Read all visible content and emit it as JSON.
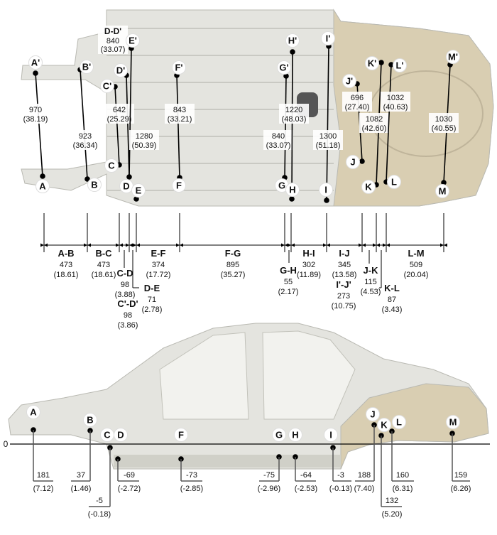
{
  "top_view": {
    "point_labels": {
      "A": "A",
      "A'": "A'",
      "B": "B",
      "B'": "B'",
      "C": "C",
      "C'": "C'",
      "D": "D",
      "D'": "D'",
      "E": "E",
      "E'": "E'",
      "F": "F",
      "F'": "F'",
      "G": "G",
      "G'": "G'",
      "H": "H",
      "H'": "H'",
      "I": "I",
      "I'": "I'",
      "J": "J",
      "J'": "J'",
      "K": "K",
      "K'": "K'",
      "L": "L",
      "L'": "L'",
      "M": "M",
      "M'": "M'"
    },
    "cross_dimension": {
      "label": "D-D'",
      "mm": "840",
      "in": "(33.07)"
    },
    "diagonals": [
      {
        "id": "A-A'",
        "mm": "970",
        "in": "(38.19)"
      },
      {
        "id": "B-B'",
        "mm": "923",
        "in": "(36.34)"
      },
      {
        "id": "C-C'",
        "mm": "642",
        "in": "(25.29)"
      },
      {
        "id": "D-E'",
        "mm": "1280",
        "in": "(50.39)"
      },
      {
        "id": "F-F'",
        "mm": "843",
        "in": "(33.21)"
      },
      {
        "id": "G-G'",
        "mm": "840",
        "in": "(33.07)"
      },
      {
        "id": "H-H'",
        "mm": "1220",
        "in": "(48.03)"
      },
      {
        "id": "I-I'",
        "mm": "1300",
        "in": "(51.18)"
      },
      {
        "id": "J-J'",
        "mm": "696",
        "in": "(27.40)"
      },
      {
        "id": "K-K'",
        "mm": "1082",
        "in": "(42.60)"
      },
      {
        "id": "L-L'",
        "mm": "1032",
        "in": "(40.63)"
      },
      {
        "id": "M-M'",
        "mm": "1030",
        "in": "(40.55)"
      }
    ],
    "lengths": [
      {
        "label": "A-B",
        "mm": "473",
        "in": "(18.61)"
      },
      {
        "label": "B-C",
        "mm": "473",
        "in": "(18.61)"
      },
      {
        "label": "C-D",
        "mm": "98",
        "in": "(3.88)"
      },
      {
        "label": "C'-D'",
        "mm": "98",
        "in": "(3.86)"
      },
      {
        "label": "D-E",
        "mm": "71",
        "in": "(2.78)"
      },
      {
        "label": "E-F",
        "mm": "374",
        "in": "(17.72)"
      },
      {
        "label": "F-G",
        "mm": "895",
        "in": "(35.27)"
      },
      {
        "label": "G-H",
        "mm": "55",
        "in": "(2.17)"
      },
      {
        "label": "H-I",
        "mm": "302",
        "in": "(11.89)"
      },
      {
        "label": "I-J",
        "mm": "345",
        "in": "(13.58)"
      },
      {
        "label": "I'-J'",
        "mm": "273",
        "in": "(10.75)"
      },
      {
        "label": "J-K",
        "mm": "115",
        "in": "(4.53)"
      },
      {
        "label": "K-L",
        "mm": "87",
        "in": "(3.43)"
      },
      {
        "label": "L-M",
        "mm": "509",
        "in": "(20.04)"
      }
    ]
  },
  "side_view": {
    "datum_label": "0",
    "point_labels": {
      "A": "A",
      "B": "B",
      "C": "C",
      "D": "D",
      "F": "F",
      "G": "G",
      "H": "H",
      "I": "I",
      "J": "J",
      "K": "K",
      "L": "L",
      "M": "M"
    },
    "heights": [
      {
        "point": "A",
        "mm": "181",
        "in": "(7.12)"
      },
      {
        "point": "B",
        "mm": "37",
        "in": "(1.46)"
      },
      {
        "point": "C",
        "mm": "-5",
        "in": "(-0.18)"
      },
      {
        "point": "D",
        "mm": "-69",
        "in": "(-2.72)"
      },
      {
        "point": "F",
        "mm": "-73",
        "in": "(-2.85)"
      },
      {
        "point": "G",
        "mm": "-75",
        "in": "(-2.96)"
      },
      {
        "point": "H",
        "mm": "-64",
        "in": "(-2.53)"
      },
      {
        "point": "I",
        "mm": "-3",
        "in": "(-0.13)"
      },
      {
        "point": "J",
        "mm": "188",
        "in": "(7.40)"
      },
      {
        "point": "K",
        "mm": "132",
        "in": "(5.20)"
      },
      {
        "point": "L",
        "mm": "160",
        "in": "(6.31)"
      },
      {
        "point": "M",
        "mm": "159",
        "in": "(6.26)"
      }
    ]
  },
  "colors": {
    "body": "#e4e4df",
    "body_edge": "#b9b9b2",
    "rear_panel": "#d9ceb2",
    "line": "#000000",
    "leader": "#555555"
  }
}
